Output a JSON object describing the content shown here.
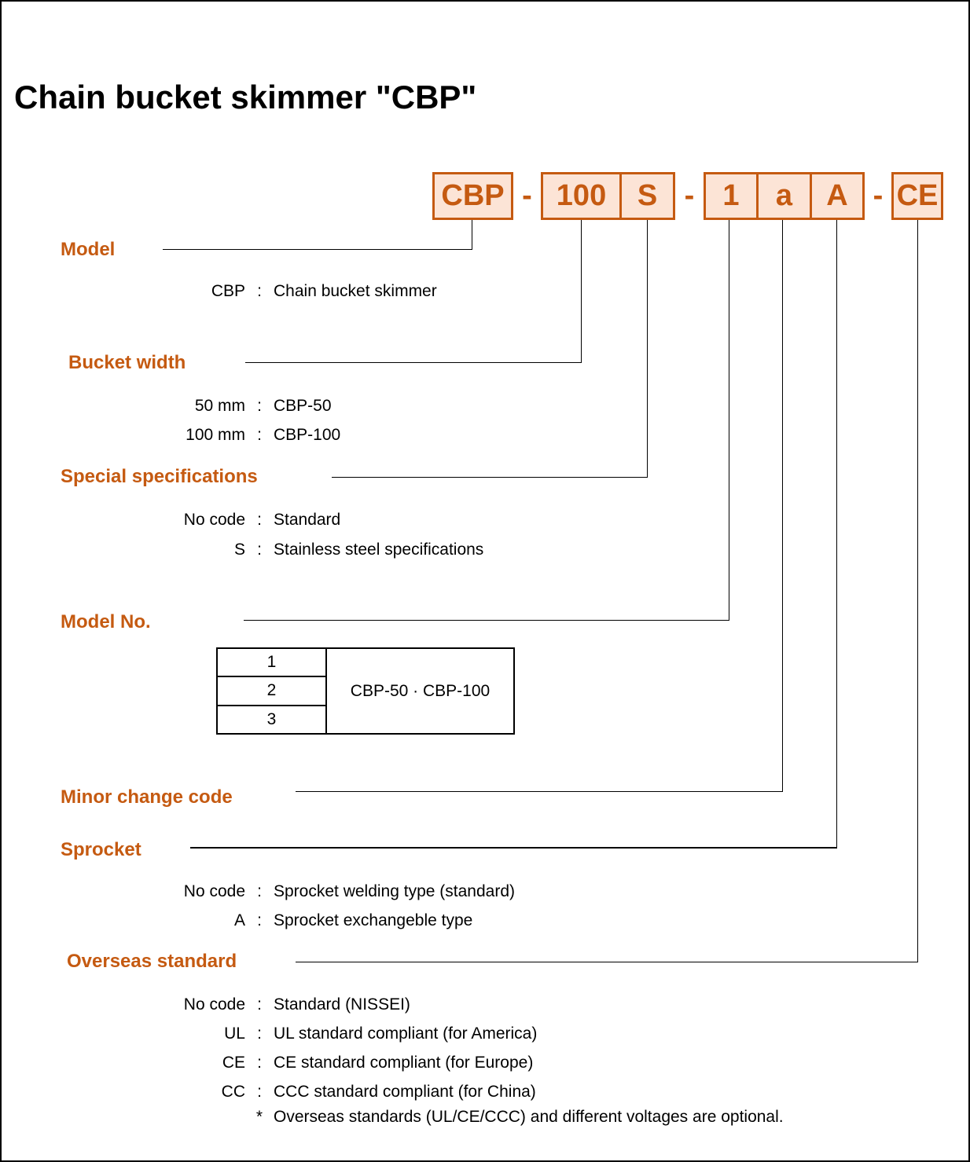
{
  "colors": {
    "accent": "#C55A11",
    "box_fill": "#FCE4D6",
    "line": "#000000"
  },
  "page": {
    "title": "Chain bucket skimmer \"CBP\""
  },
  "code": {
    "separator": "-",
    "segments": [
      "CBP",
      "100",
      "S",
      "1",
      "a",
      "A",
      "CE"
    ]
  },
  "sections": [
    {
      "label": "Model",
      "entries": [
        {
          "code": "CBP",
          "colon": ":",
          "desc": "Chain bucket skimmer"
        }
      ]
    },
    {
      "label": "Bucket width",
      "entries": [
        {
          "code": "50 mm",
          "colon": ":",
          "desc": "CBP-50"
        },
        {
          "code": "100 mm",
          "colon": ":",
          "desc": "CBP-100"
        }
      ]
    },
    {
      "label": "Special specifications",
      "entries": [
        {
          "code": "No code",
          "colon": ":",
          "desc": "Standard"
        },
        {
          "code": "S",
          "colon": ":",
          "desc": "Stainless steel specifications"
        }
      ]
    },
    {
      "label": "Model No.",
      "table": {
        "rows": [
          "1",
          "2",
          "3"
        ],
        "merged": "CBP-50 · CBP-100"
      }
    },
    {
      "label": "Minor change code",
      "entries": []
    },
    {
      "label": "Sprocket",
      "entries": [
        {
          "code": "No code",
          "colon": ":",
          "desc": "Sprocket welding type (standard)"
        },
        {
          "code": "A",
          "colon": ":",
          "desc": "Sprocket exchangeble type"
        }
      ]
    },
    {
      "label": "Overseas standard",
      "entries": [
        {
          "code": "No code",
          "colon": ":",
          "desc": "Standard (NISSEI)"
        },
        {
          "code": "UL",
          "colon": ":",
          "desc": "UL standard compliant (for America)"
        },
        {
          "code": "CE",
          "colon": ":",
          "desc": "CE standard compliant (for Europe)"
        },
        {
          "code": "CC",
          "colon": ":",
          "desc": "CCC standard compliant (for China)"
        }
      ],
      "note_marker": "*",
      "note": "Overseas standards (UL/CE/CCC) and different voltages are optional."
    }
  ]
}
